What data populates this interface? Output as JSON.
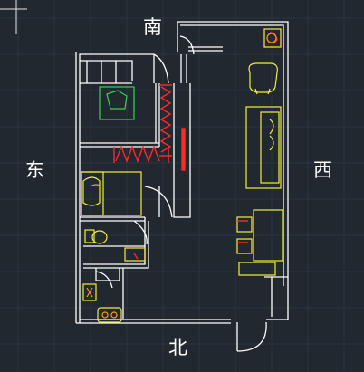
{
  "compass": {
    "south": "南",
    "north": "北",
    "east": "东",
    "west": "西"
  },
  "colors": {
    "background": "#212830",
    "grid": "#2c3540",
    "wall": "#ffffff",
    "furniture": "#f2ee3a",
    "accent": "#ff2a2a",
    "plant": "#33d651",
    "orange": "#ff9a1a"
  }
}
